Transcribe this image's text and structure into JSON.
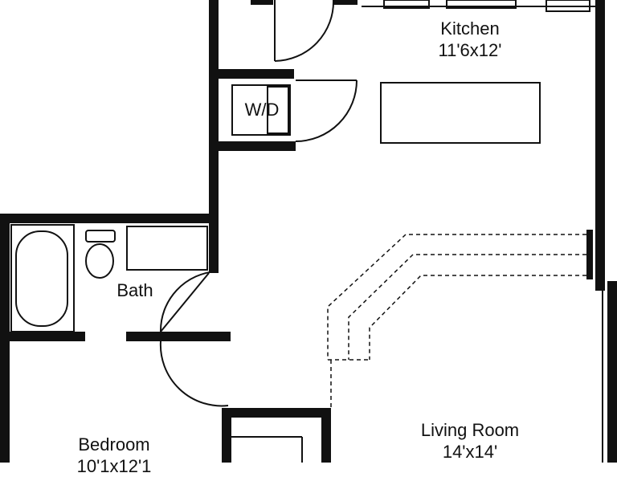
{
  "floorplan": {
    "rooms": [
      {
        "id": "kitchen",
        "name": "Kitchen",
        "size": "11'6x12'"
      },
      {
        "id": "bath",
        "name": "Bath",
        "size": ""
      },
      {
        "id": "bedroom",
        "name": "Bedroom",
        "size": "10'1x12'1"
      },
      {
        "id": "living",
        "name": "Living Room",
        "size": "14'x14'"
      }
    ],
    "appliances": {
      "washer_dryer": "W/D"
    },
    "colors": {
      "wall": "#111111",
      "line": "#111111",
      "background": "#ffffff"
    }
  }
}
